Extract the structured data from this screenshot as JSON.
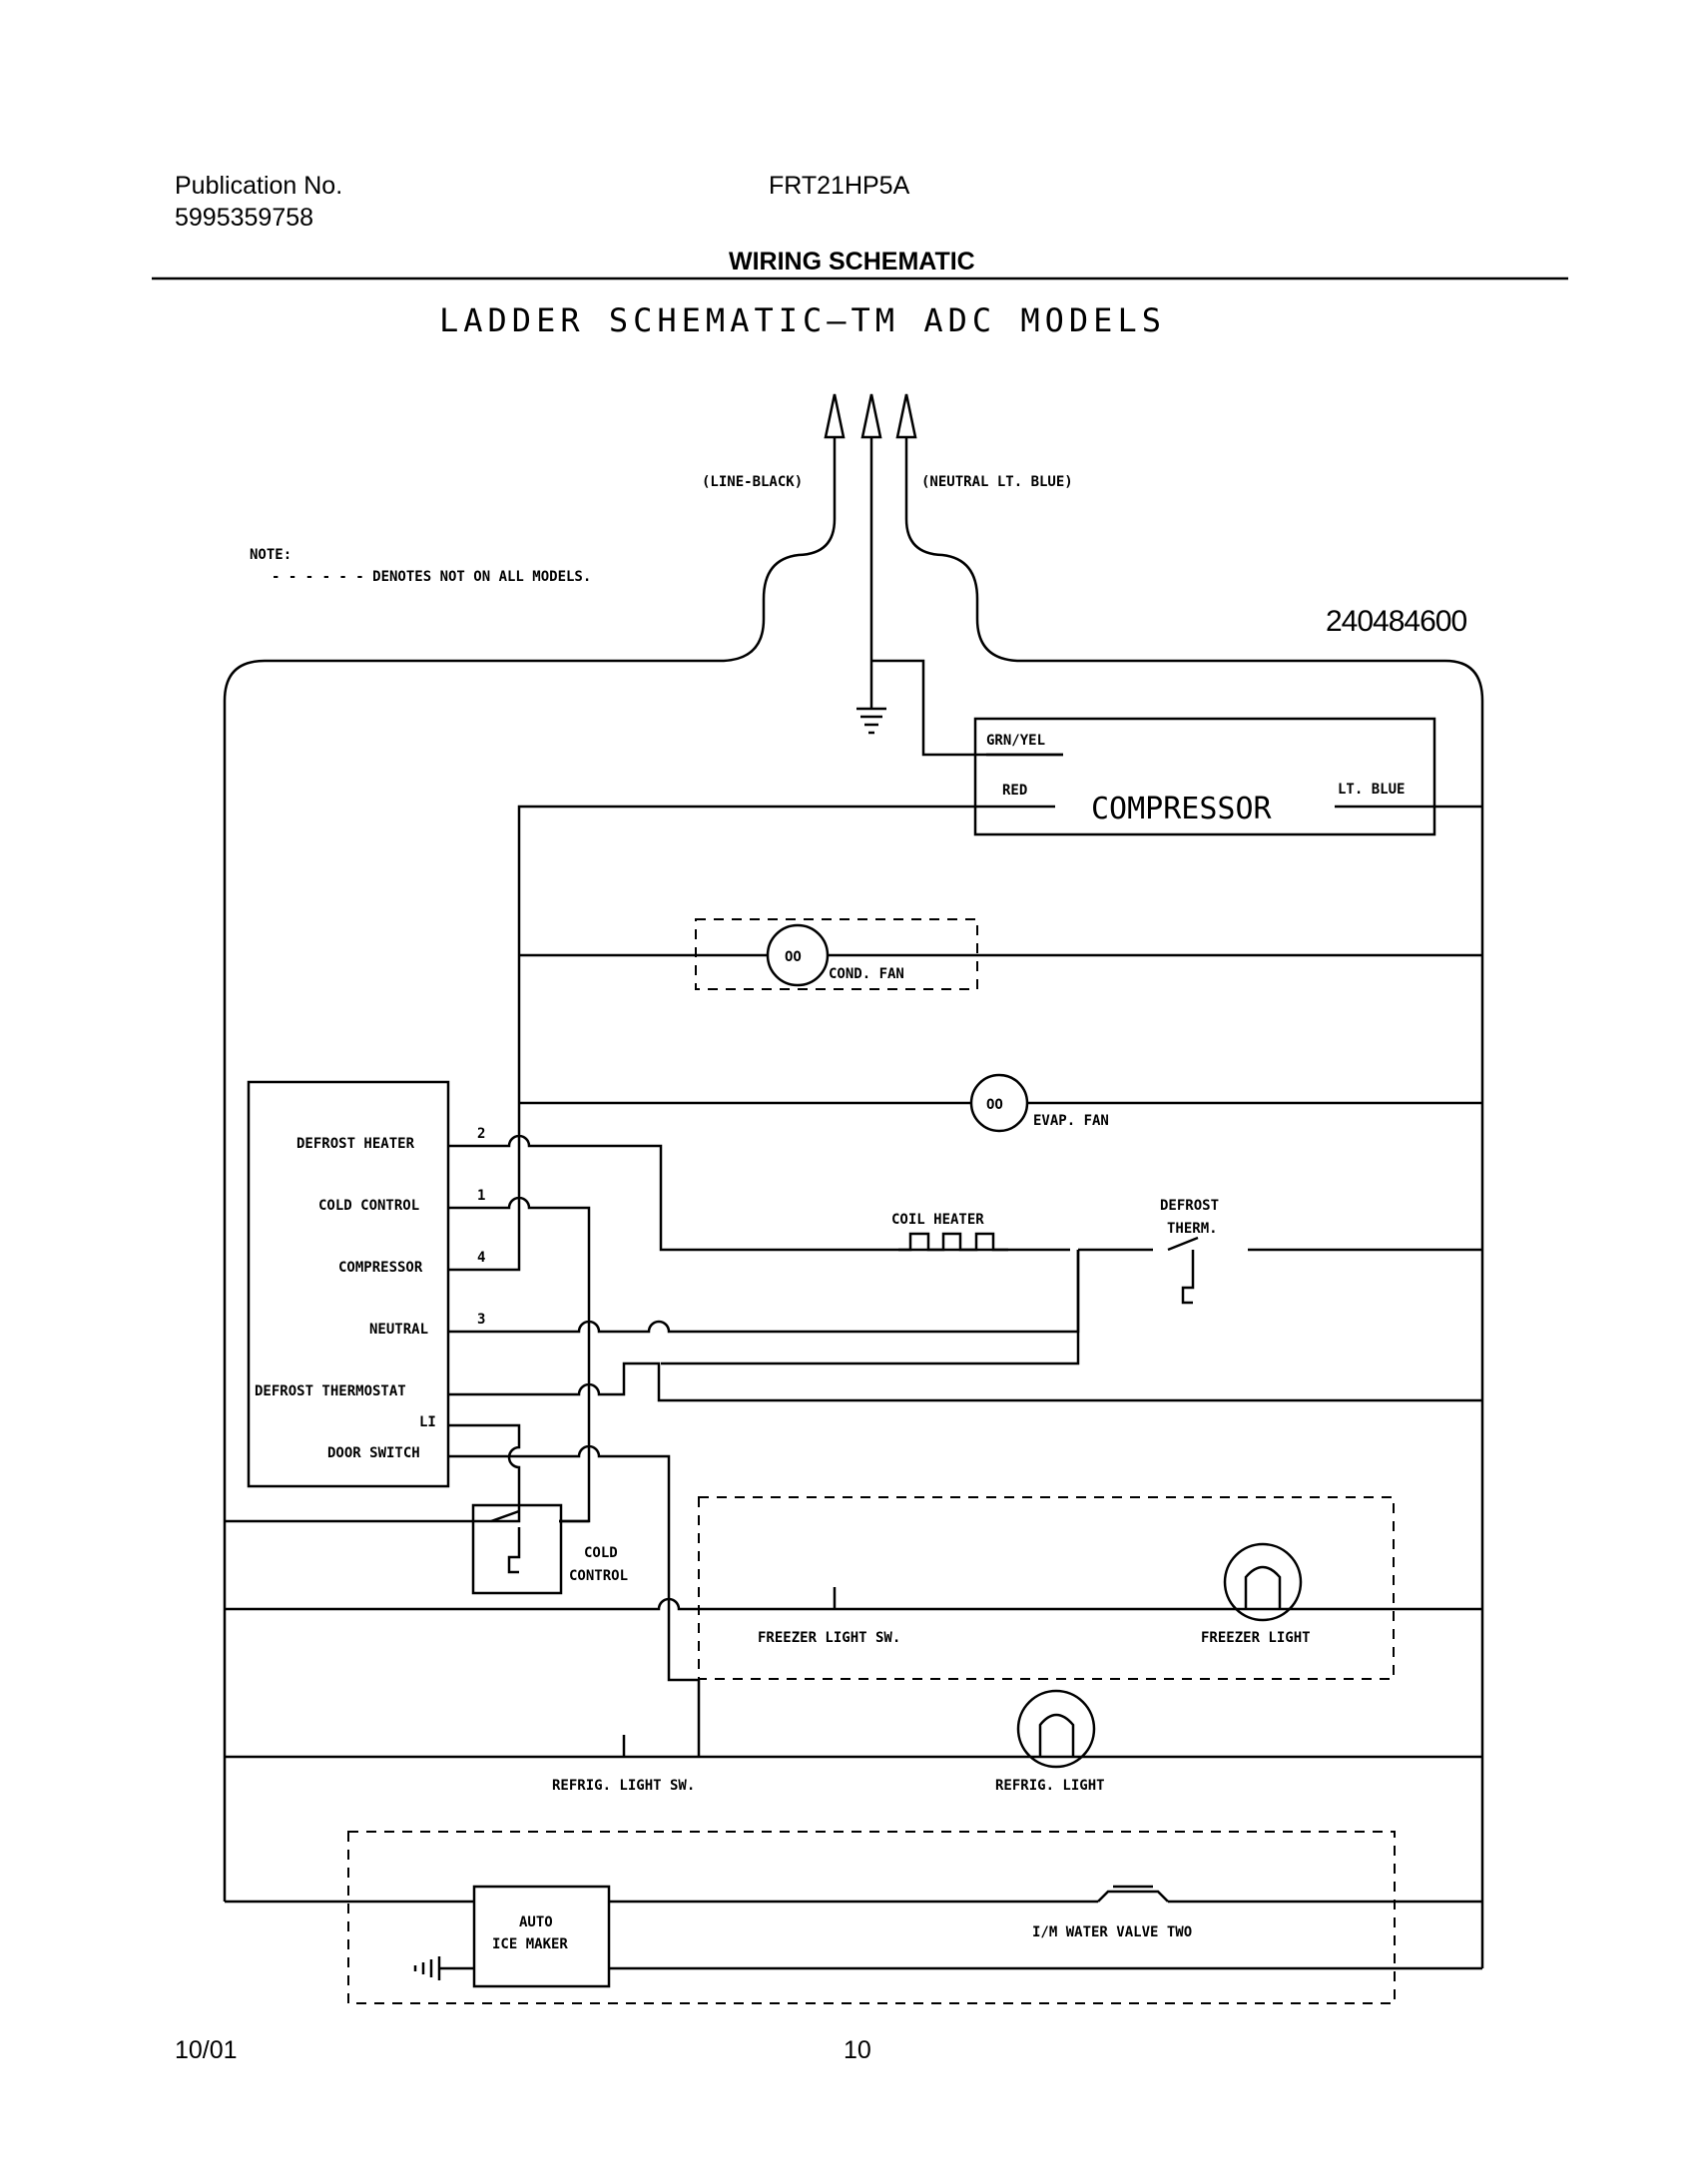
{
  "header": {
    "publication_label": "Publication No.",
    "publication_number": "5995359758",
    "model": "FRT21HP5A",
    "section_title": "WIRING SCHEMATIC"
  },
  "diagram": {
    "title": "LADDER SCHEMATIC—TM ADC MODELS",
    "part_number": "240484600",
    "line_label": "(LINE-BLACK)",
    "neutral_label": "(NEUTRAL LT. BLUE)",
    "note_label": "NOTE:",
    "note_text": "- - - - - - DENOTES NOT ON ALL MODELS.",
    "compressor": {
      "label": "COMPRESSOR",
      "grn_yel": "GRN/YEL",
      "red": "RED",
      "lt_blue": "LT. BLUE"
    },
    "cond_fan": "COND. FAN",
    "evap_fan": "EVAP. FAN",
    "coil_heater": "COIL HEATER",
    "defrost_therm": [
      "DEFROST",
      "THERM."
    ],
    "timer_terminals": [
      {
        "label": "DEFROST HEATER",
        "pin": "2"
      },
      {
        "label": "COLD CONTROL",
        "pin": "1"
      },
      {
        "label": "COMPRESSOR",
        "pin": "4"
      },
      {
        "label": "NEUTRAL",
        "pin": "3"
      },
      {
        "label": "DEFROST THERMOSTAT",
        "pin": ""
      },
      {
        "label": "LI",
        "pin": ""
      },
      {
        "label": "DOOR SWITCH",
        "pin": ""
      }
    ],
    "cold_control": [
      "COLD",
      "CONTROL"
    ],
    "freezer_light_sw": "FREEZER LIGHT SW.",
    "freezer_light": "FREEZER LIGHT",
    "refrig_light_sw": "REFRIG. LIGHT SW.",
    "refrig_light": "REFRIG. LIGHT",
    "ice_maker": [
      "AUTO",
      "ICE MAKER"
    ],
    "water_valve": "I/M WATER VALVE TWO"
  },
  "footer": {
    "date": "10/01",
    "page": "10"
  }
}
